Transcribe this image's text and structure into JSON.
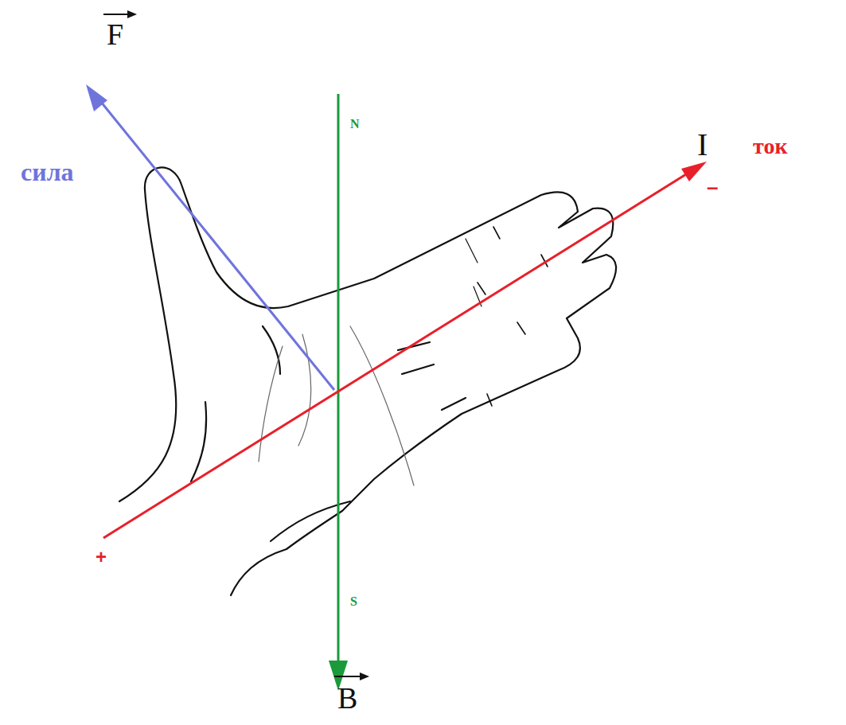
{
  "diagram": {
    "labels": [
      "F",
      "сила",
      "N",
      "I",
      "ток",
      "–",
      "+",
      "S",
      "B"
    ]
  }
}
